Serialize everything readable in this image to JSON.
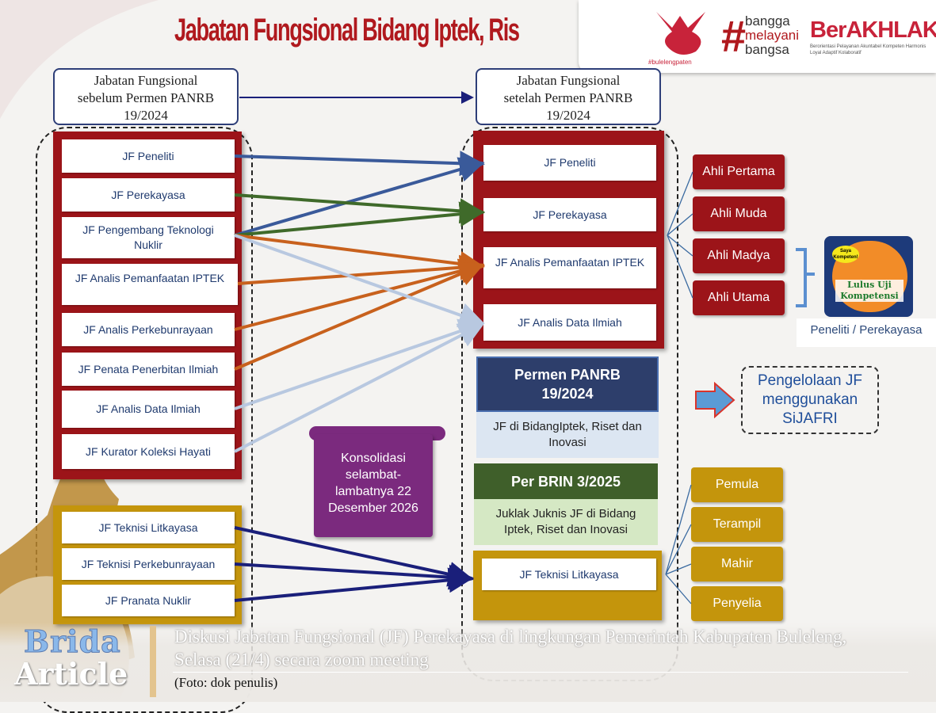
{
  "title": "Jabatan Fungsional Bidang Iptek, Ris",
  "logos": {
    "buleleng": "#bulelengpaten",
    "bangga": [
      "bangga",
      "melayani",
      "bangsa"
    ],
    "berakhlak": "BerAKHLAK",
    "berakhlak_sub": "Berorientasi Pelayanan Akuntabel Kompeten Harmonis Loyal Adaptif Kolaboratif"
  },
  "left_header": [
    "Jabatan Fungsional",
    "sebelum Permen PANRB",
    "19/2024"
  ],
  "right_header": [
    "Jabatan Fungsional",
    "setelah Permen PANRB",
    "19/2024"
  ],
  "left_red_items": [
    "JF Peneliti",
    "JF Perekayasa",
    "JF Pengembang Teknologi Nuklir",
    "JF Analis Pemanfaatan IPTEK",
    "JF Analis Perkebunrayaan",
    "JF Penata Penerbitan Ilmiah",
    "JF Analis Data Ilmiah",
    "JF Kurator Koleksi Hayati"
  ],
  "left_gold_items": [
    "JF Teknisi Litkayasa",
    "JF Teknisi Perkebunrayaan",
    "JF Pranata Nuklir"
  ],
  "right_red_items": [
    "JF Peneliti",
    "JF Perekayasa",
    "JF Analis Pemanfaatan IPTEK",
    "JF Analis Data Ilmiah"
  ],
  "right_gold_items": [
    "JF Teknisi Litkayasa"
  ],
  "ahli_levels": [
    "Ahli Pertama",
    "Ahli Muda",
    "Ahli Madya",
    "Ahli Utama"
  ],
  "terampil_levels": [
    "Pemula",
    "Terampil",
    "Mahir",
    "Penyelia"
  ],
  "badge": {
    "bubble": "Saya Kompeten!",
    "text": "Lulus Uji Kompetensi",
    "caption": "Peneliti / Perekayasa"
  },
  "permen": {
    "title": "Permen PANRB 19/2024",
    "sub": "JF di BidangIptek, Riset dan Inovasi"
  },
  "brin": {
    "title": "Per BRIN 3/2025",
    "sub": "Juklak Juknis JF di Bidang Iptek, Riset dan Inovasi"
  },
  "scroll": "Konsolidasi selambat-lambatnya 22 Desember 2026",
  "sijafri": "Pengelolaan JF menggunakan SiJAFRI",
  "footer": {
    "brand1": "Brida",
    "brand2": "Article",
    "caption": "Diskusi Jabatan Fungsional (JF) Perekayasa di lingkungan Pemerintah Kabupaten Buleleng, Selasa (21/4) secara zoom meeting",
    "credit": "(Foto: dok penulis)"
  },
  "colors": {
    "red": "#9c1419",
    "gold": "#c4950c",
    "navy": "#2d3e6b",
    "green": "#3f5f2a"
  }
}
